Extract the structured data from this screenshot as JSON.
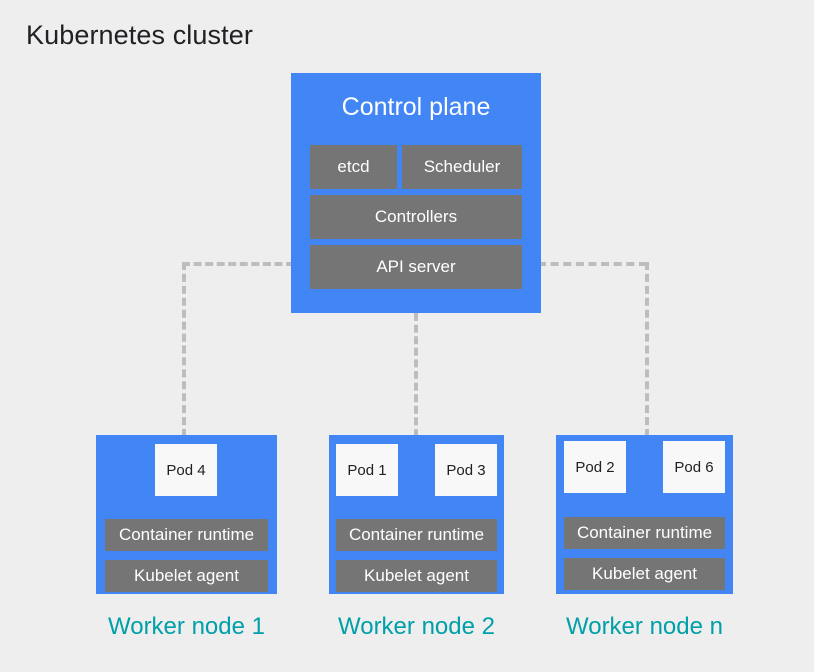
{
  "diagram": {
    "title": "Kubernetes cluster",
    "colors": {
      "background": "#EEEEEE",
      "node_blue": "#4285F4",
      "component_gray": "#757575",
      "pod_white": "#F8F8F8",
      "caption_teal": "#00A0A8",
      "connector_gray": "#BDBDBD",
      "title_text": "#202124"
    },
    "control_plane": {
      "title": "Control plane",
      "components": [
        {
          "label": "etcd"
        },
        {
          "label": "Scheduler"
        },
        {
          "label": "Controllers"
        },
        {
          "label": "API server"
        }
      ]
    },
    "worker_nodes": [
      {
        "caption": "Worker node 1",
        "pods": [
          {
            "label": "Pod 4"
          }
        ],
        "runtime_label": "Container runtime",
        "kubelet_label": "Kubelet agent"
      },
      {
        "caption": "Worker node 2",
        "pods": [
          {
            "label": "Pod 1"
          },
          {
            "label": "Pod 3"
          }
        ],
        "runtime_label": "Container runtime",
        "kubelet_label": "Kubelet agent"
      },
      {
        "caption": "Worker node n",
        "pods": [
          {
            "label": "Pod 2"
          },
          {
            "label": "Pod 6"
          }
        ],
        "runtime_label": "Container runtime",
        "kubelet_label": "Kubelet agent"
      }
    ],
    "connectors": {
      "style": "dashed",
      "description": "API server connects to each worker node"
    }
  }
}
